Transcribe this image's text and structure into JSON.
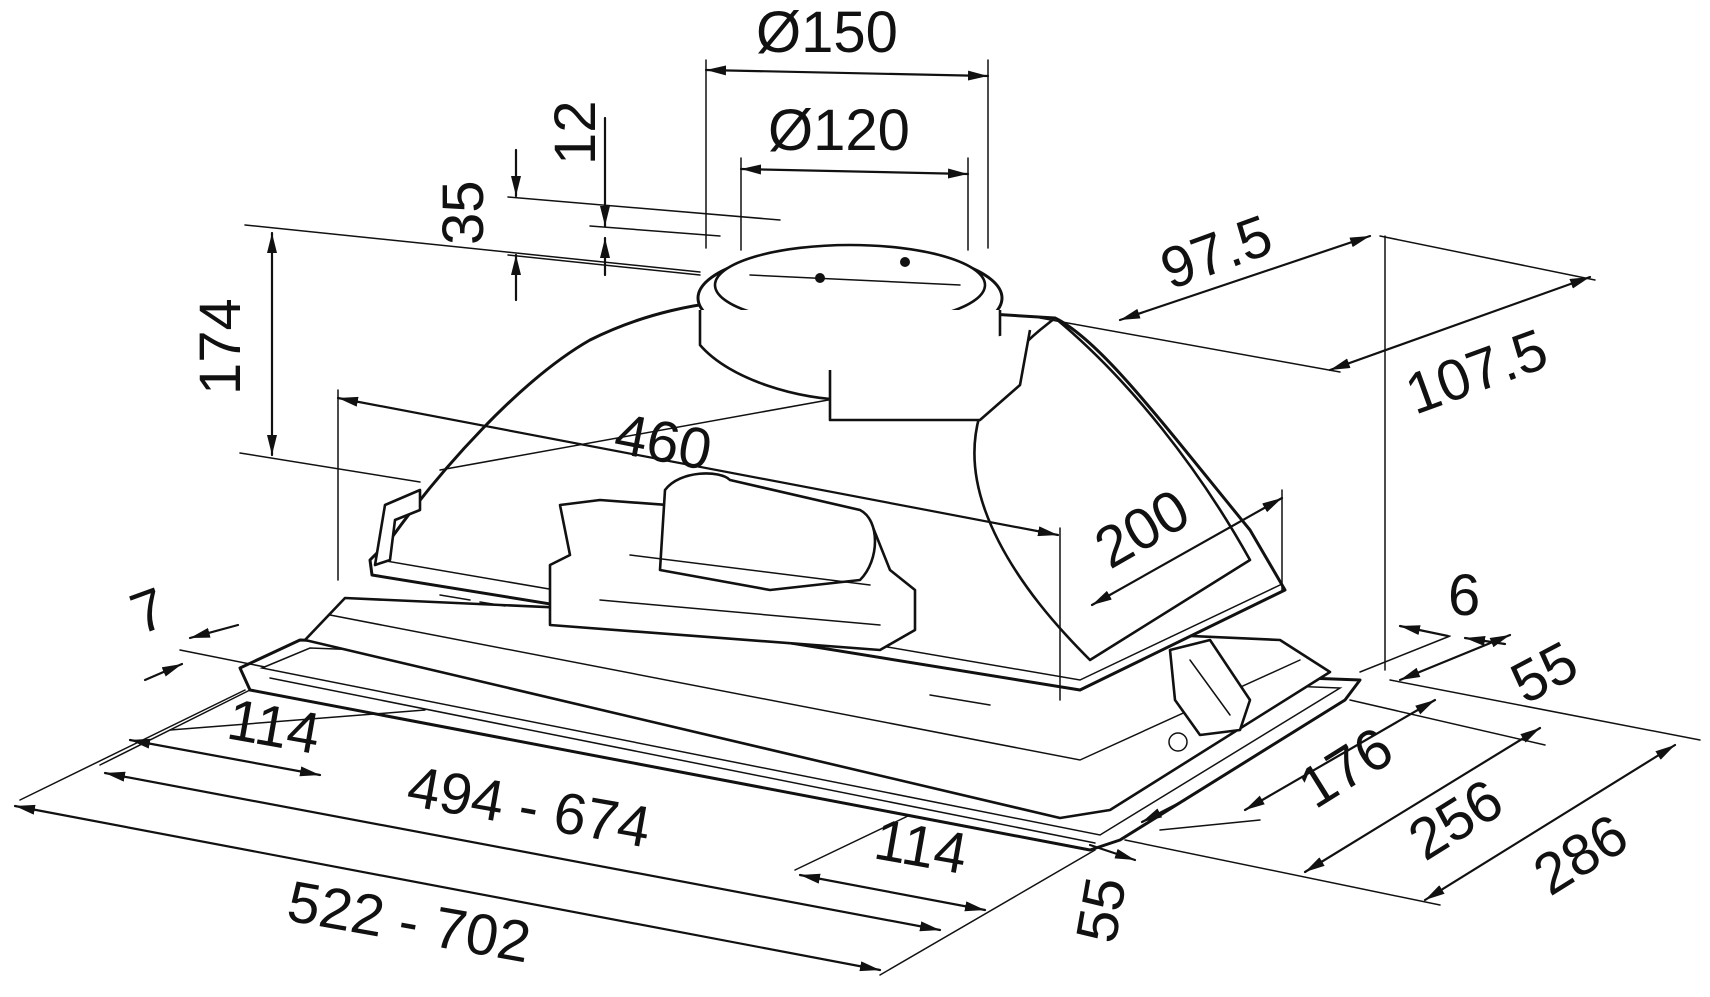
{
  "drawing": {
    "dimensions": {
      "d150": "Ø150",
      "d120": "Ø120",
      "h12": "12",
      "h35": "35",
      "h174": "174",
      "w460": "460",
      "d200": "200",
      "d97_5": "97.5",
      "d107_5": "107.5",
      "d6": "6",
      "d7": "7",
      "d55_top": "55",
      "d176": "176",
      "d256": "256",
      "d286": "286",
      "d55_bottom": "55",
      "w114_left": "114",
      "w114_right": "114",
      "w494_674": "494 - 674",
      "w522_702": "522 - 702"
    }
  }
}
